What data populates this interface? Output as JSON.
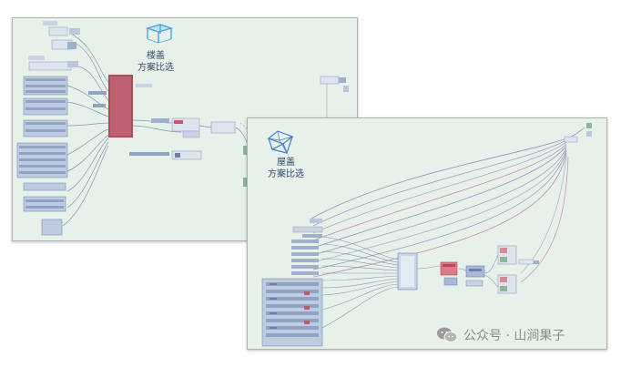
{
  "panels": {
    "floor": {
      "title_line1": "楼盖",
      "title_line2": "方案比选"
    },
    "roof": {
      "title_line1": "屋盖",
      "title_line2": "方案比选"
    }
  },
  "watermark": {
    "text": "公众号 · 山涧果子",
    "logo": "wechat-icon"
  },
  "colors": {
    "canvas": "#e7f1ea",
    "node": "#dde4ee",
    "node_dark": "#8fa3c4",
    "accent_red": "#b24a5c",
    "wire": "#9b8fb5"
  }
}
